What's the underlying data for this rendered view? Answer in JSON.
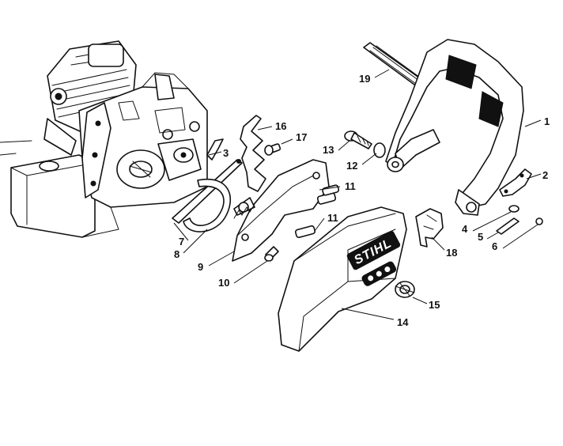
{
  "brand_label": "STIHL",
  "callouts": [
    {
      "id": "1",
      "label": "1"
    },
    {
      "id": "2",
      "label": "2"
    },
    {
      "id": "3",
      "label": "3"
    },
    {
      "id": "4",
      "label": "4"
    },
    {
      "id": "5",
      "label": "5"
    },
    {
      "id": "6",
      "label": "6"
    },
    {
      "id": "7",
      "label": "7"
    },
    {
      "id": "8",
      "label": "8"
    },
    {
      "id": "9",
      "label": "9"
    },
    {
      "id": "10",
      "label": "10"
    },
    {
      "id": "11a",
      "label": "11"
    },
    {
      "id": "11b",
      "label": "11"
    },
    {
      "id": "12",
      "label": "12"
    },
    {
      "id": "13",
      "label": "13"
    },
    {
      "id": "14",
      "label": "14"
    },
    {
      "id": "15",
      "label": "15"
    },
    {
      "id": "16",
      "label": "16"
    },
    {
      "id": "17",
      "label": "17"
    },
    {
      "id": "18",
      "label": "18"
    },
    {
      "id": "19",
      "label": "19"
    }
  ]
}
